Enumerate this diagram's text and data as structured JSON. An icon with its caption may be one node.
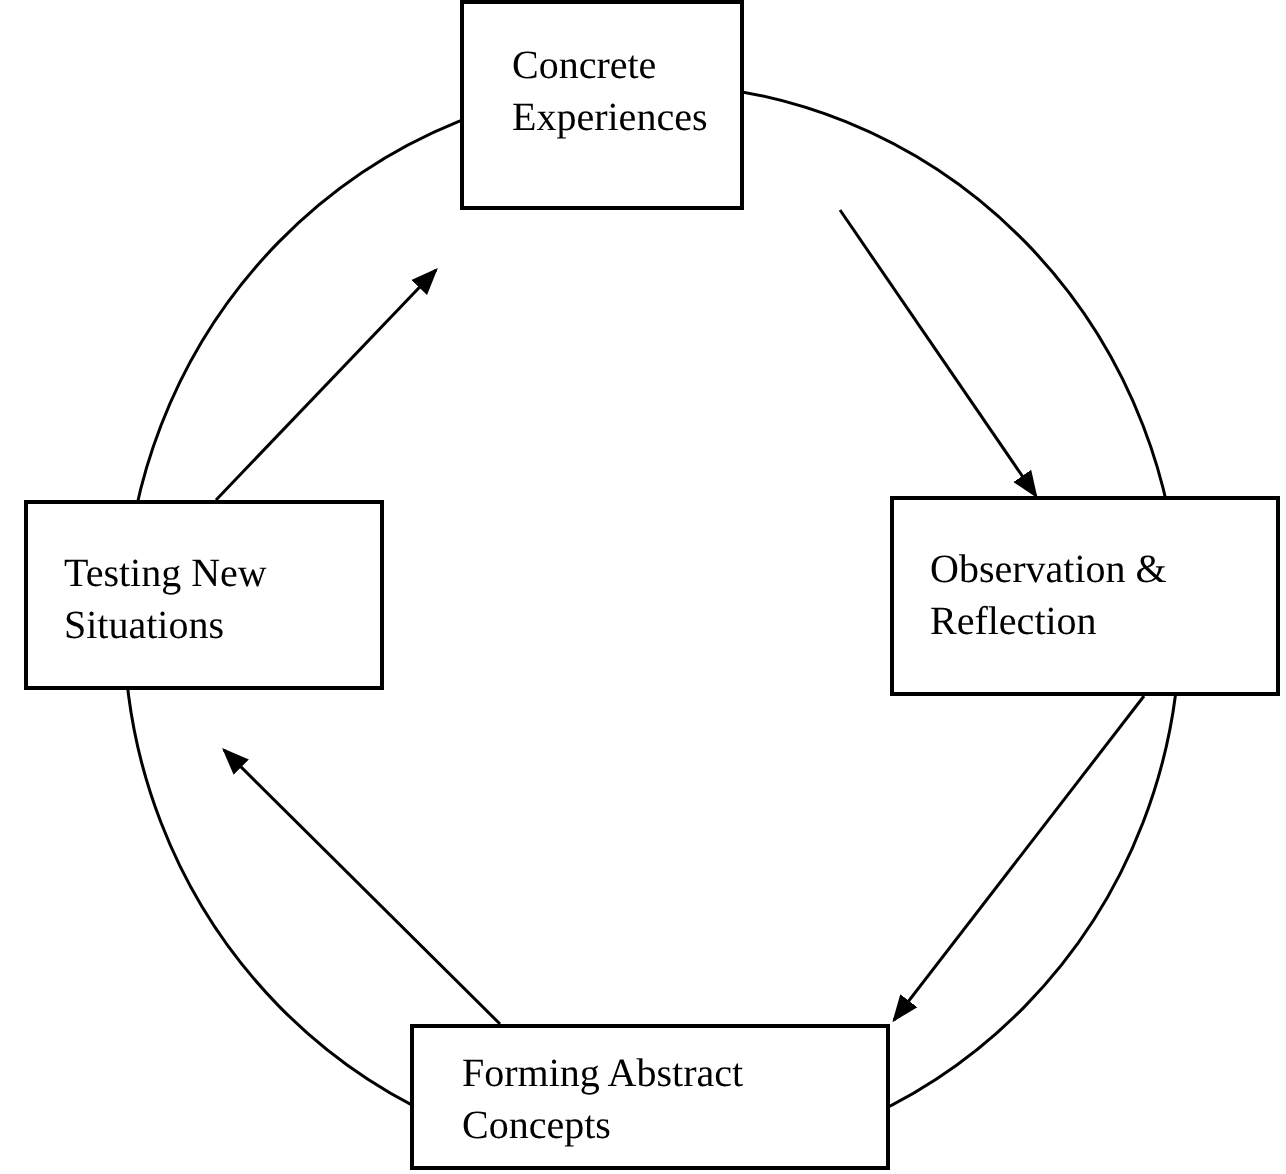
{
  "diagram": {
    "nodes": [
      {
        "text": [
          "Concrete Experiences"
        ]
      },
      {
        "text": [
          "Observation & Reflection"
        ]
      },
      {
        "text": [
          "Forming Abstract Concepts"
        ]
      },
      {
        "text": [
          "Testing New Situations"
        ]
      }
    ],
    "edges": [
      {
        "from": 0,
        "to": 1,
        "arrow": "to"
      },
      {
        "from": 1,
        "to": 2,
        "arrow": "to"
      },
      {
        "from": 2,
        "to": 3,
        "arrow": "to"
      },
      {
        "from": 3,
        "to": 0,
        "arrow": "to"
      }
    ]
  }
}
